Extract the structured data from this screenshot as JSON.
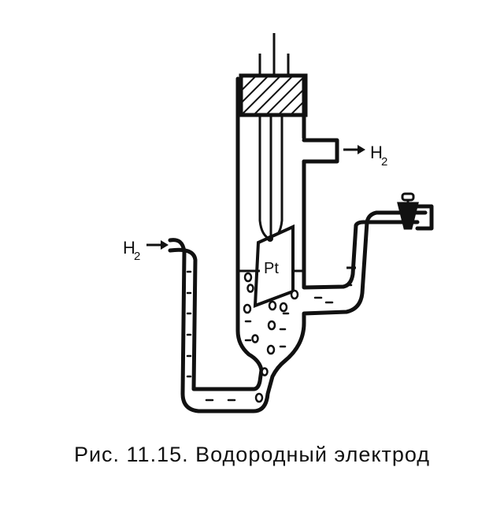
{
  "labels": {
    "h2_inlet": "H",
    "h2_inlet_sub": "2",
    "h2_outlet": "H",
    "h2_outlet_sub": "2",
    "platinum": "Pt"
  },
  "caption": "Рис. 11.15. Водородный электрод",
  "colors": {
    "ink": "#111111",
    "paper": "#ffffff"
  }
}
